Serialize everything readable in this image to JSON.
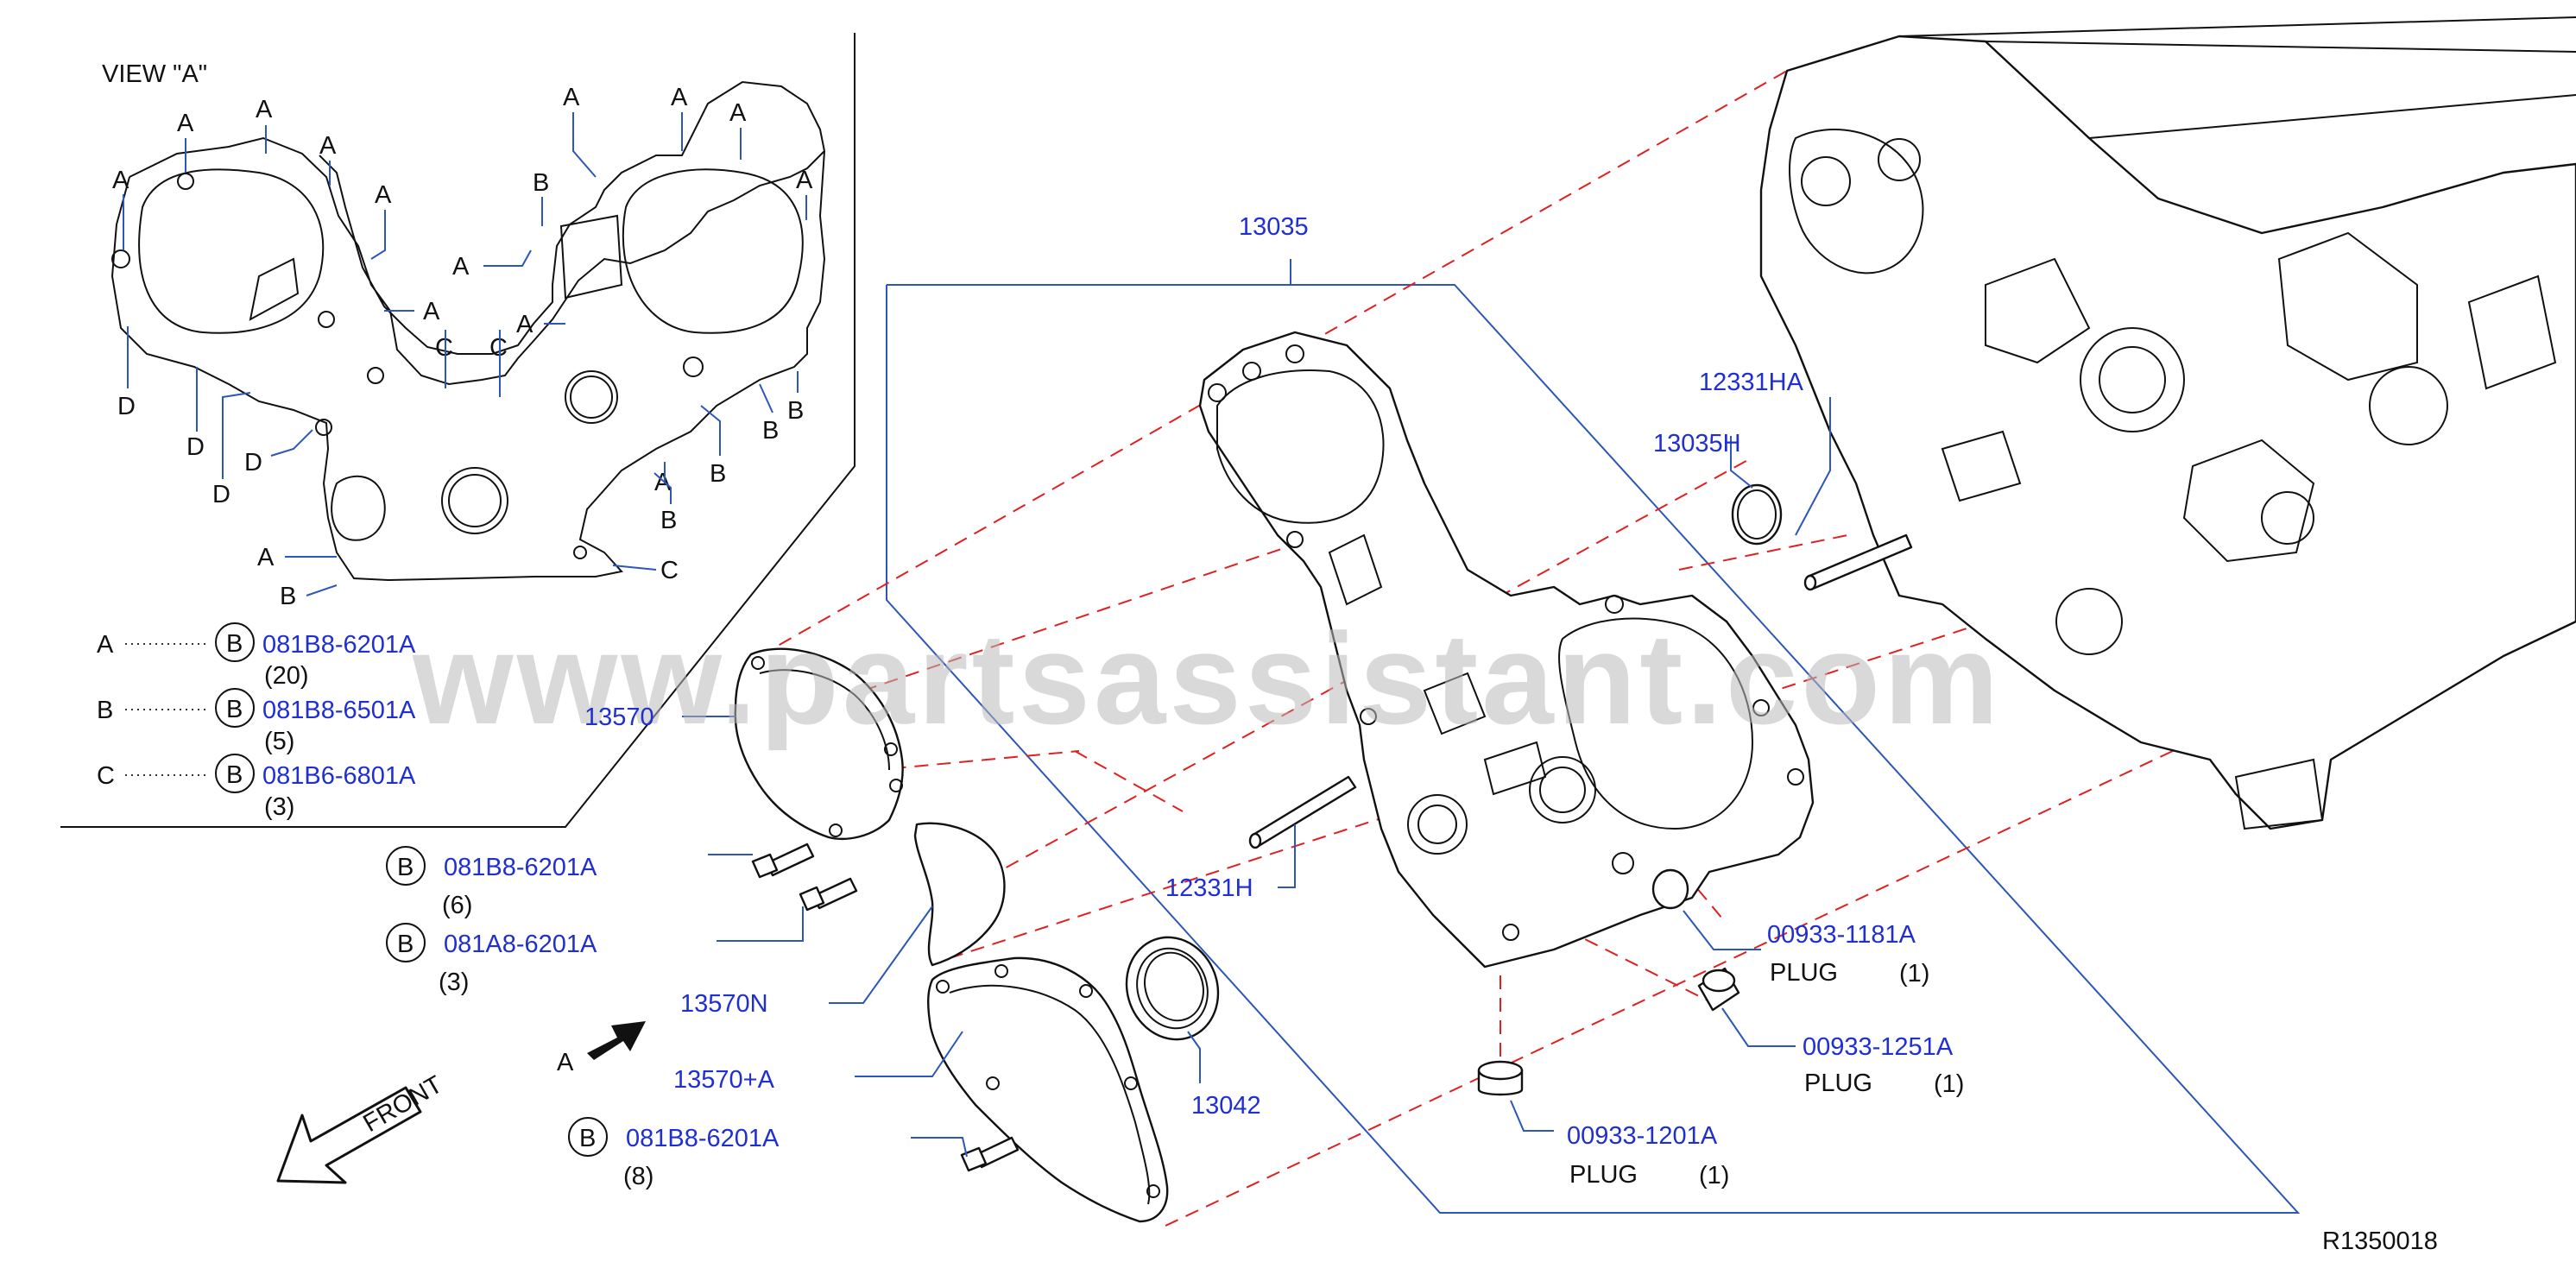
{
  "view": {
    "title": "VIEW  \"A\""
  },
  "view_letters": {
    "a": "A",
    "b": "B",
    "c": "C",
    "d": "D"
  },
  "legend": [
    {
      "letter": "A",
      "circle": "B",
      "part": "081B8-6201A",
      "qty": "(20)"
    },
    {
      "letter": "B",
      "circle": "B",
      "part": "081B8-6501A",
      "qty": "(5)"
    },
    {
      "letter": "C",
      "circle": "B",
      "part": "081B6-6801A",
      "qty": "(3)"
    }
  ],
  "bolts": [
    {
      "circle": "B",
      "part": "081B8-6201A",
      "qty": "(6)"
    },
    {
      "circle": "B",
      "part": "081A8-6201A",
      "qty": "(3)"
    },
    {
      "circle": "B",
      "part": "081B8-6201A",
      "qty": "(8)"
    }
  ],
  "parts": {
    "p13035": "13035",
    "p12331HA": "12331HA",
    "p13035H": "13035H",
    "p13570": "13570",
    "p12331H": "12331H",
    "p13570N": "13570N",
    "p13570A": "13570+A",
    "p13042": "13042"
  },
  "plugs": [
    {
      "part": "00933-1181A",
      "name": "PLUG",
      "qty": "(1)"
    },
    {
      "part": "00933-1251A",
      "name": "PLUG",
      "qty": "(1)"
    },
    {
      "part": "00933-1201A",
      "name": "PLUG",
      "qty": "(1)"
    }
  ],
  "arrow_a": "A",
  "front": "FRONT",
  "ref_code": "R1350018",
  "watermark": "www.partsassistant.com",
  "colors": {
    "part_number": "#1f2fd0",
    "leader": "#2c56b8",
    "hidden_line": "#e02020",
    "text": "#111111"
  }
}
